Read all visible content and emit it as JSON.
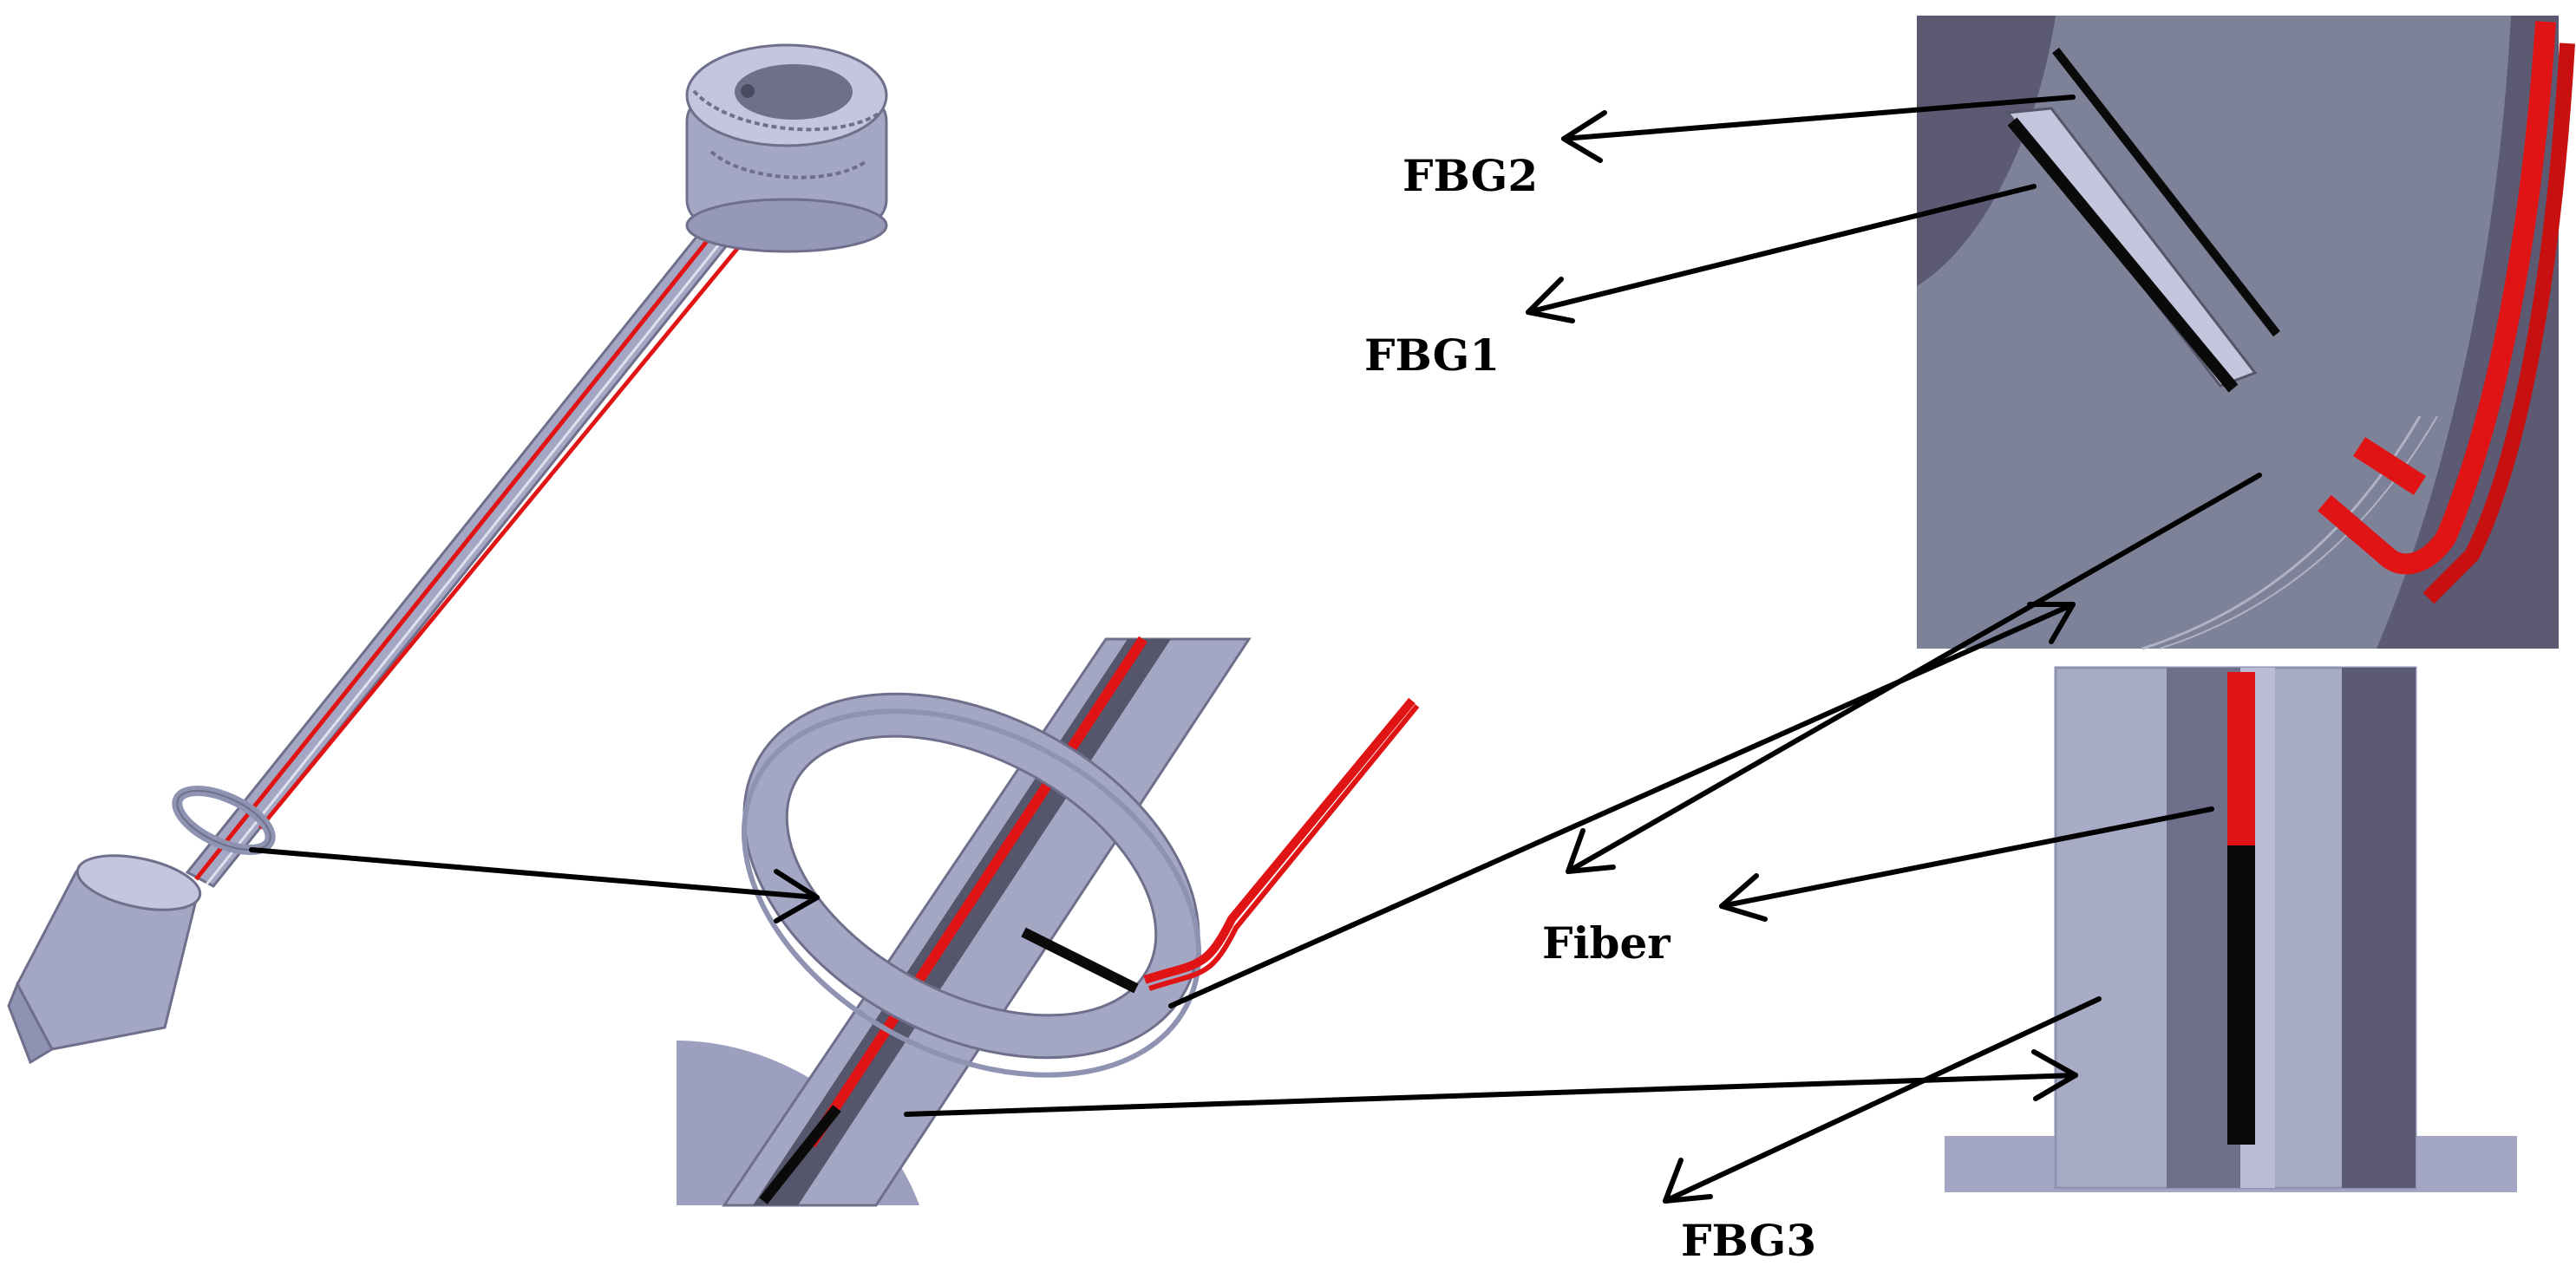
{
  "labels": {
    "fbg2": "FBG2",
    "fbg1": "FBG1",
    "fiber": "Fiber",
    "fbg3": "FBG3"
  },
  "colors": {
    "metal_light": "#c3c6dd",
    "metal_mid": "#a4a7c4",
    "metal_dark": "#6f6f8c",
    "panel_bg": "#7e8298",
    "fiber_red": "#e01414",
    "grating_black": "#0a0a0a",
    "arrow": "#000000"
  }
}
